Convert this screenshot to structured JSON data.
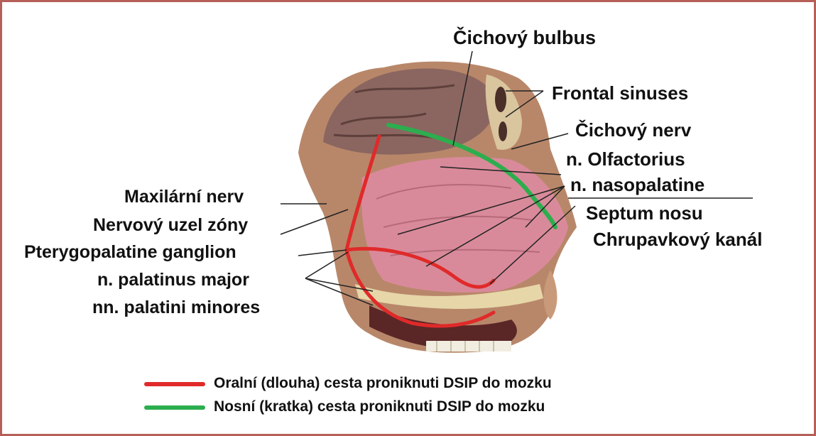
{
  "labels": {
    "cichovy_bulbus": "Čichový bulbus",
    "frontal_sinuses": "Frontal sinuses",
    "cichovy_nerv": "Čichový nerv",
    "n_olfactorius": "n. Olfactorius",
    "n_nasopalatine": "n. nasopalatine",
    "septum_nosu": "Septum nosu",
    "chrupavkovy_kanal": "Chrupavkový kanál",
    "maxilarni_nerv": "Maxilární nerv",
    "nervovy_uzel_zony": "Nervový uzel zóny",
    "pterygopalatine_ganglion": "Pterygopalatine ganglion",
    "n_palatinus_major": "n. palatinus major",
    "nn_palatini_minores": "nn. palatini minores"
  },
  "legend": [
    {
      "text": "Oralní (dlouha) cesta proniknuti DSIP do mozku",
      "color": "#e02a2a"
    },
    {
      "text": "Nosní (kratka) cesta proniknuti DSIP do mozku",
      "color": "#2cae4e"
    }
  ],
  "colors": {
    "frame": "#b65f58",
    "oral_path": "#e02a2a",
    "nasal_path": "#2cae4e"
  }
}
